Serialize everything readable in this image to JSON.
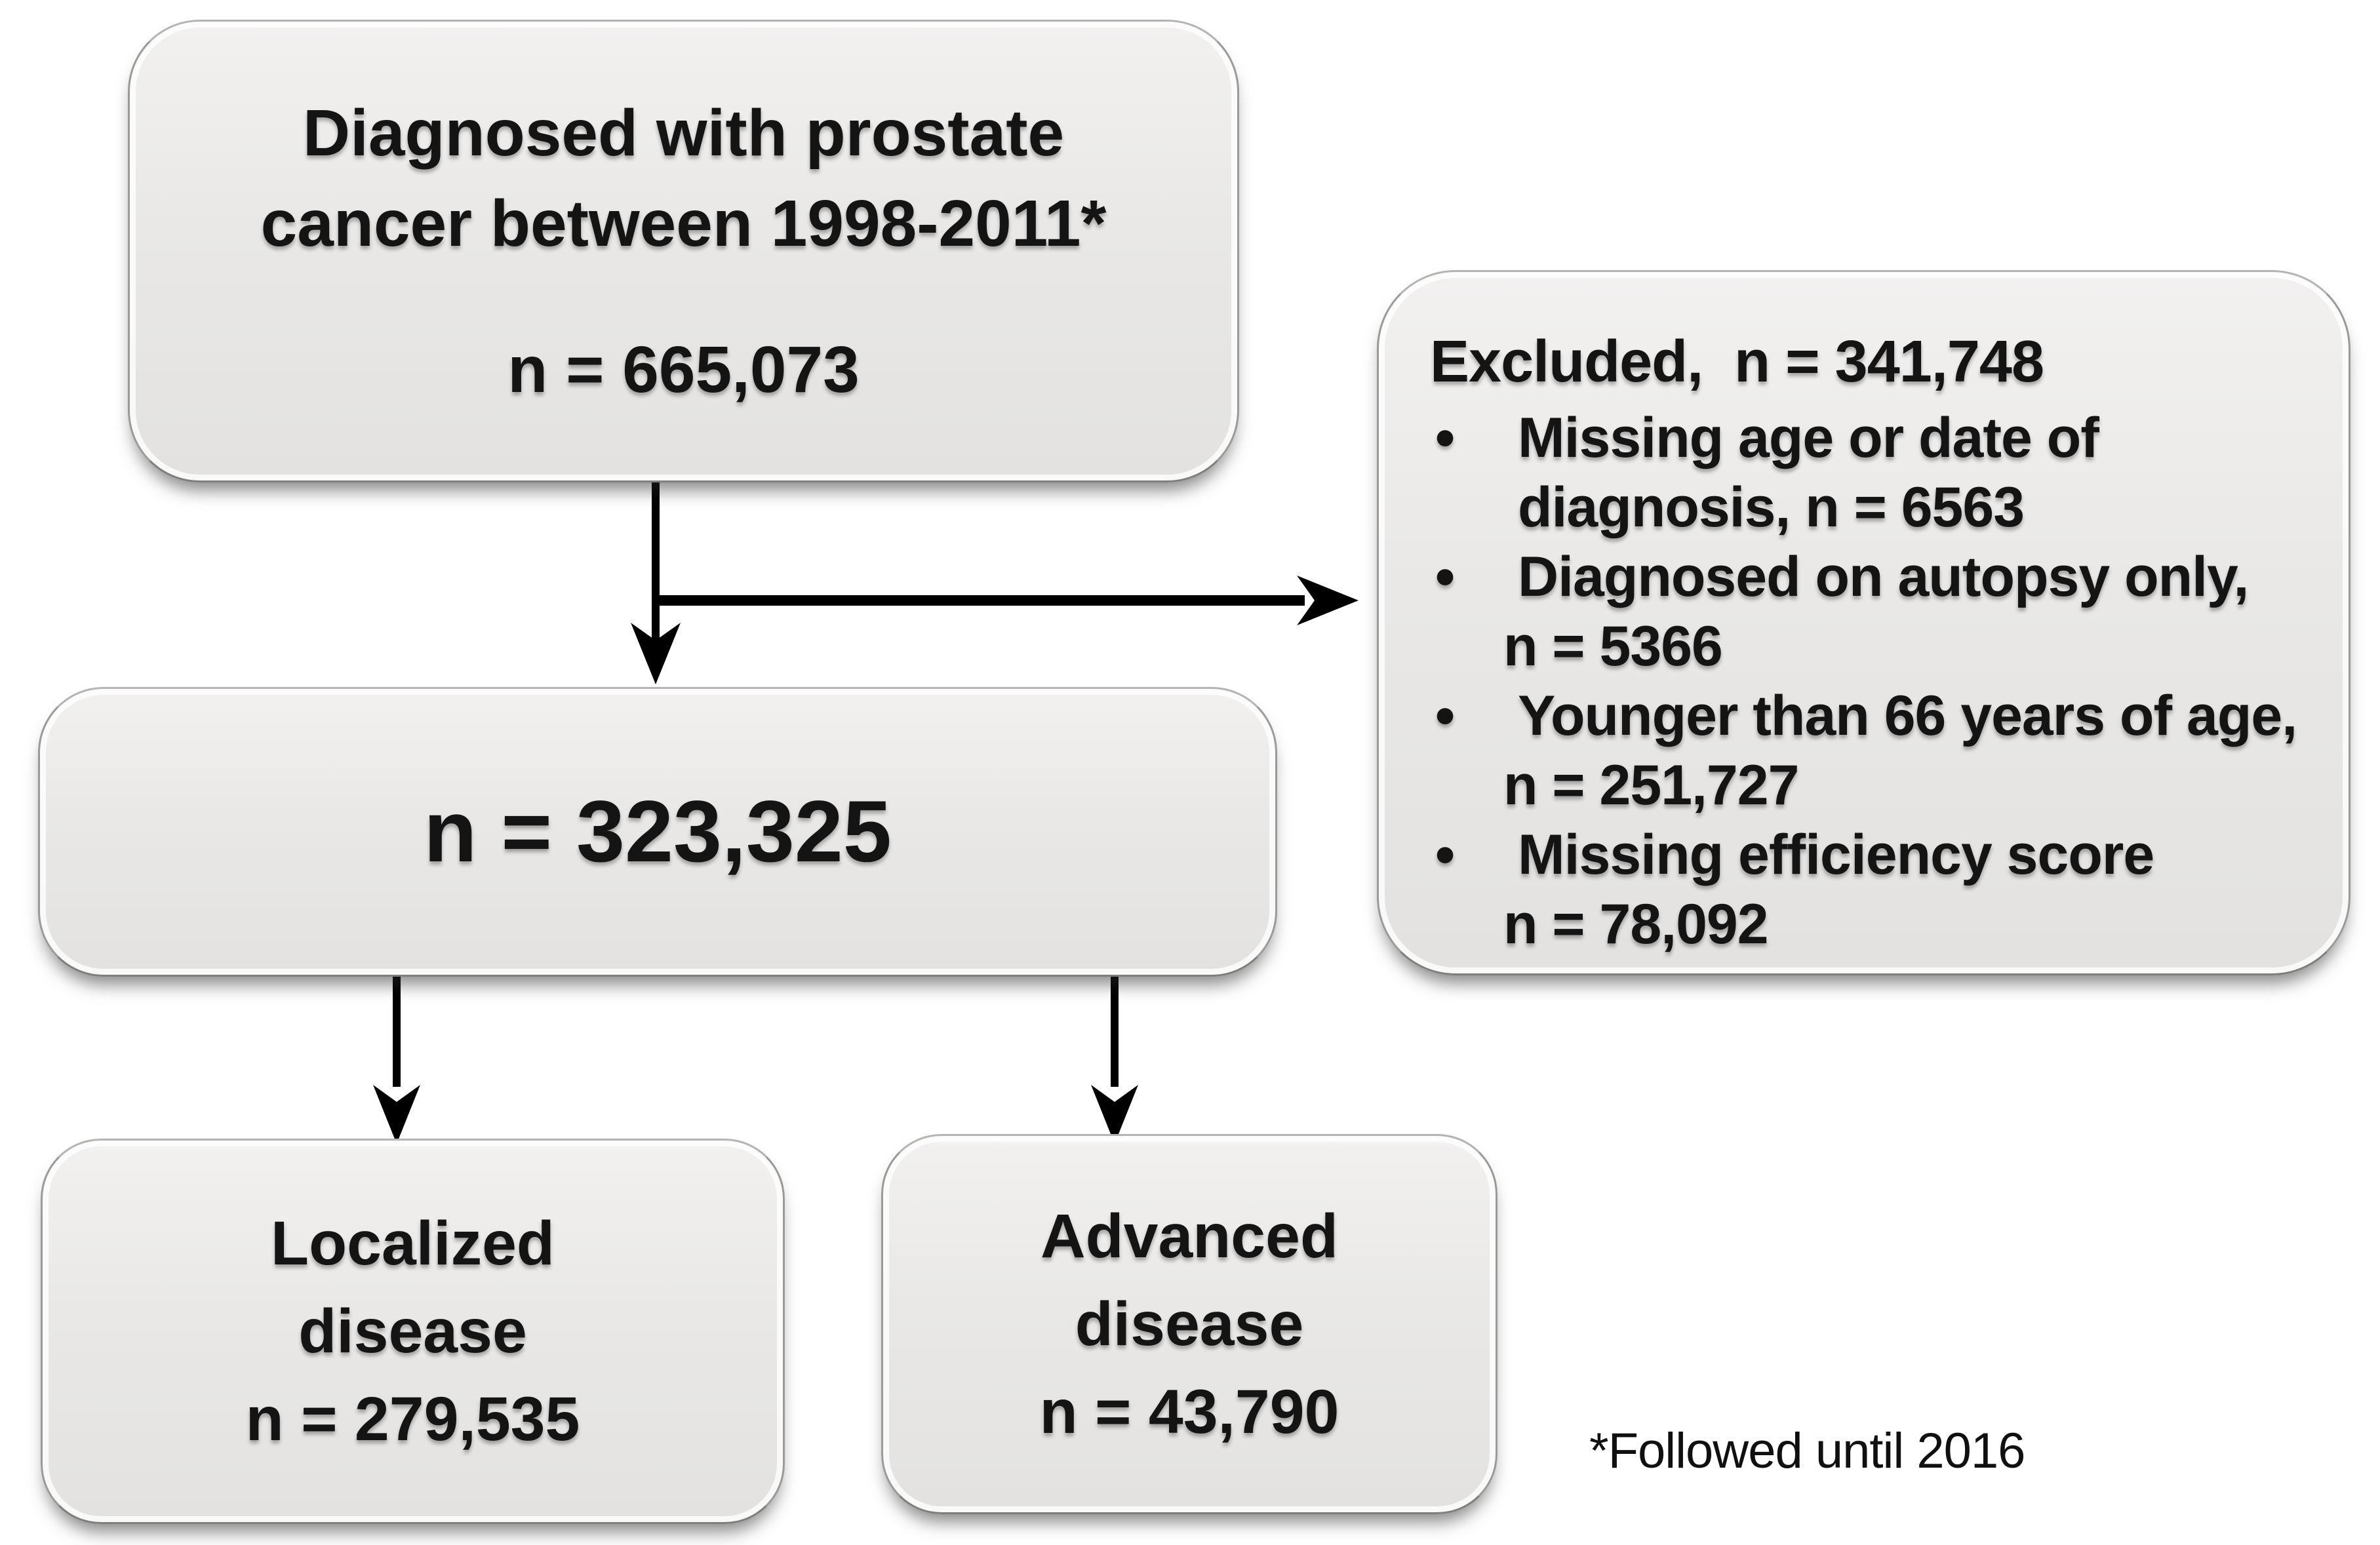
{
  "boxes": {
    "top": {
      "title": "Diagnosed with prostate\ncancer between 1998-2011*",
      "n": "n = 665,073"
    },
    "excluded": {
      "header": "Excluded,  n = 341,748",
      "bullets": [
        {
          "line1": "Missing age or date of",
          "line2": "diagnosis, n = 6563"
        },
        {
          "line1": "Diagnosed on autopsy only,",
          "line2": "n = 5366"
        },
        {
          "line1": "Younger than 66 years of age,",
          "line2": "n = 251,727"
        },
        {
          "line1": "Missing efficiency score",
          "line2": "n = 78,092"
        }
      ]
    },
    "middle": {
      "n": "n = 323,325"
    },
    "localized": {
      "label": "Localized\ndisease",
      "n": "n = 279,535"
    },
    "advanced": {
      "label": "Advanced\ndisease",
      "n": "n = 43,790"
    }
  },
  "footnote": "*Followed until 2016",
  "colors": {
    "background": "#ffffff",
    "box_fill_top": "#f2f1f0",
    "box_fill_bottom": "#e3e2e0",
    "box_border": "#9a9a98",
    "connector": "#000000",
    "text": "#141414"
  }
}
